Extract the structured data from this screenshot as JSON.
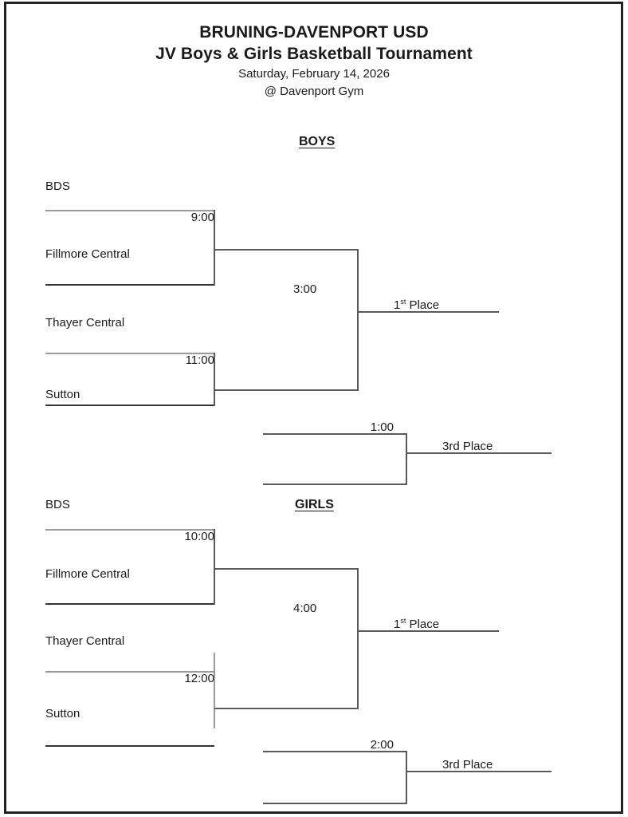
{
  "document": {
    "title_line1": "BRUNING-DAVENPORT USD",
    "title_line2": "JV Boys & Girls Basketball Tournament",
    "date": "Saturday, February 14, 2026",
    "venue": "@ Davenport Gym"
  },
  "divisions": [
    {
      "name": "BOYS",
      "heading": "BOYS",
      "seed_label": "BDS",
      "teams": [
        {
          "name": "Fillmore Central"
        },
        {
          "name": "Thayer Central"
        },
        {
          "name": "Sutton"
        }
      ],
      "games": [
        {
          "id": "semi-1",
          "time": "9:00"
        },
        {
          "id": "semi-2",
          "time": "11:00"
        },
        {
          "id": "final",
          "time": "3:00"
        },
        {
          "id": "consolation",
          "time": "1:00"
        }
      ],
      "outcomes": [
        {
          "id": "first-place",
          "prefix": "1",
          "ordinal": "st",
          "suffix": " Place",
          "full": "1st Place"
        },
        {
          "id": "third-place",
          "full": "3rd Place"
        }
      ]
    },
    {
      "name": "GIRLS",
      "heading": "GIRLS",
      "seed_label": "BDS",
      "teams": [
        {
          "name": "Fillmore Central"
        },
        {
          "name": "Thayer Central"
        },
        {
          "name": "Sutton"
        }
      ],
      "games": [
        {
          "id": "semi-1",
          "time": "10:00"
        },
        {
          "id": "semi-2",
          "time": "12:00"
        },
        {
          "id": "final",
          "time": "4:00"
        },
        {
          "id": "consolation",
          "time": "2:00"
        }
      ],
      "outcomes": [
        {
          "id": "first-place",
          "prefix": "1",
          "ordinal": "st",
          "suffix": " Place",
          "full": "1st Place"
        },
        {
          "id": "third-place",
          "full": "3rd Place"
        }
      ]
    }
  ],
  "colors": {
    "page_background": "#ffffff",
    "text": "#1a1a1a",
    "line": "#5a5a5a",
    "line_dark": "#333333",
    "line_light": "#9a9a9a",
    "page_border": "#222222"
  }
}
